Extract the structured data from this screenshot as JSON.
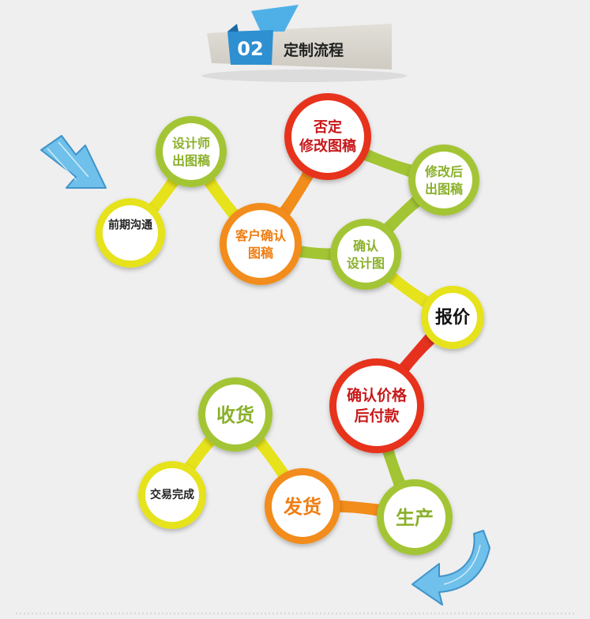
{
  "header": {
    "number": "02",
    "title": "定制流程"
  },
  "colors": {
    "green": "#a3c534",
    "yellow": "#e6e21b",
    "orange": "#f28c1a",
    "red": "#e7311f",
    "arrow": "#5ab1e0",
    "banner": "#d9d6cf",
    "badge": "#2e8fd1"
  },
  "steps": [
    {
      "label": "前期沟通"
    },
    {
      "label": "设计师出图稿"
    },
    {
      "label": "客户确认图稿"
    },
    {
      "label": "否定修改图稿"
    },
    {
      "label": "修改后出图稿"
    },
    {
      "label": "确认设计图"
    },
    {
      "label": "报价"
    },
    {
      "label": "确认价格后付款"
    },
    {
      "label": "生产"
    },
    {
      "label": "发货"
    },
    {
      "label": "收货"
    },
    {
      "label": "交易完成"
    }
  ],
  "icons": [
    "arrow-right-icon",
    "arrow-return-icon"
  ]
}
